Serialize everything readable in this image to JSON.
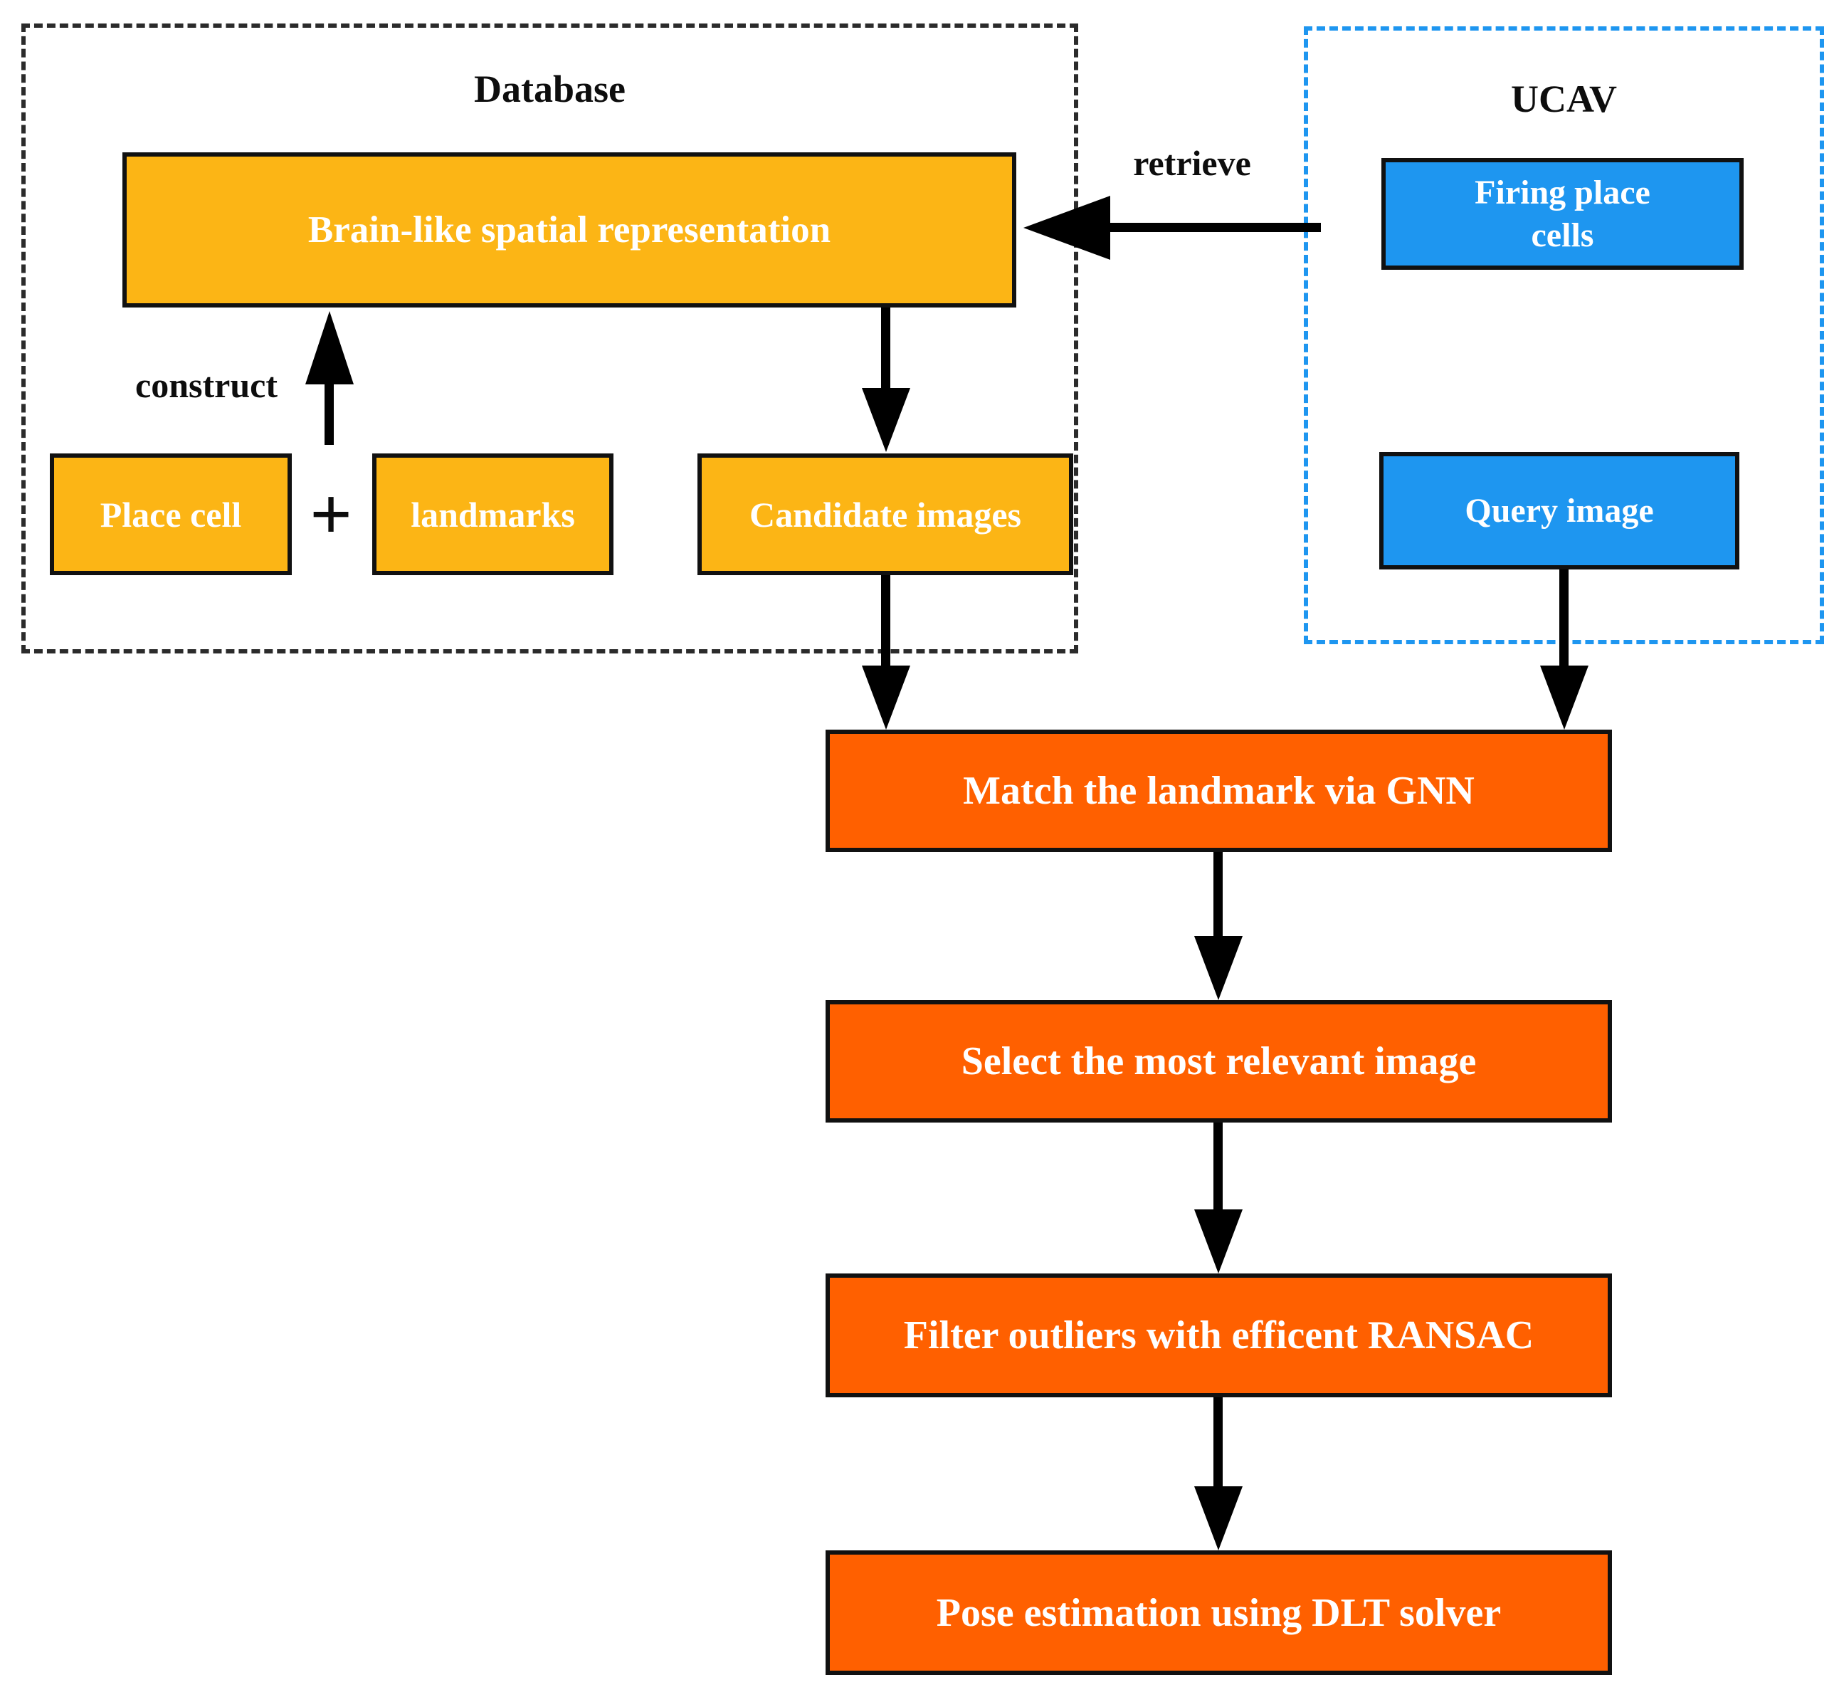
{
  "database": {
    "title": "Database",
    "brain_box": "Brain-like spatial representation",
    "place_cell_box": "Place cell",
    "plus_sign": "+",
    "landmarks_box": "landmarks",
    "candidate_box": "Candidate images",
    "construct_label": "construct"
  },
  "ucav": {
    "title": "UCAV",
    "firing_box": "Firing place\ncells",
    "query_box": "Query image"
  },
  "retrieve_label": "retrieve",
  "flow": {
    "match": "Match the landmark via GNN",
    "select": "Select the most relevant image",
    "filter": "Filter outliers with efficent RANSAC",
    "pose": "Pose estimation using DLT solver"
  },
  "colors": {
    "amber": "#fcb515",
    "blue": "#1e96f0",
    "orange": "#ff6000",
    "line_black": "#000000"
  }
}
